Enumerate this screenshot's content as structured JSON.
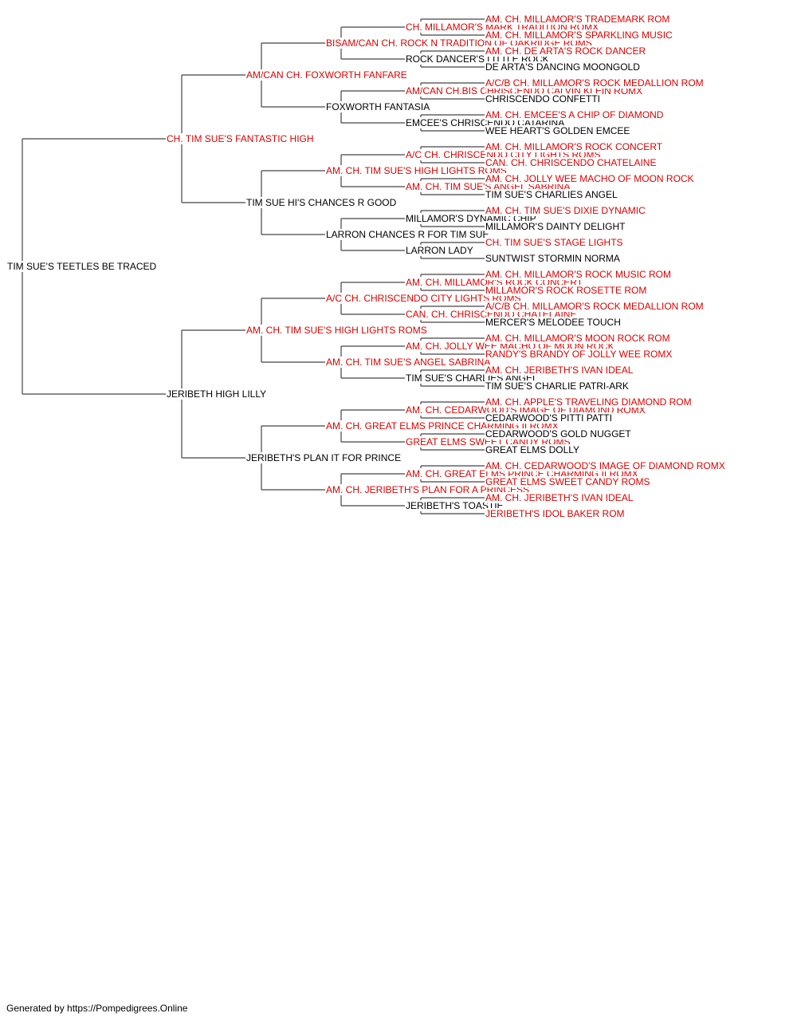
{
  "subject": {
    "name": "TIM SUE'S TEETLES BE TRACED",
    "champion": false
  },
  "footer": "Generated by https://Pompedigrees.Online",
  "colors": {
    "champion": "#e00000",
    "regular": "#000000",
    "line": "#444444"
  },
  "pedigree": {
    "sire": {
      "name": "CH. TIM SUE'S FANTASTIC HIGH",
      "champion": true,
      "sire": {
        "name": "AM/CAN CH. FOXWORTH FANFARE",
        "champion": true,
        "sire": {
          "name": "BISAM/CAN CH. ROCK N TRADITION OF OAKRIDGE ROMS",
          "champion": true,
          "sire": {
            "name": "CH. MILLAMOR'S MARK TRADITION ROMX",
            "champion": true,
            "sire": {
              "name": "AM. CH. MILLAMOR'S TRADEMARK ROM",
              "champion": true
            },
            "dam": {
              "name": "AM. CH. MILLAMOR'S SPARKLING MUSIC",
              "champion": true
            }
          },
          "dam": {
            "name": "ROCK DANCER'S LITTLE ROCK",
            "champion": false,
            "sire": {
              "name": "AM. CH. DE ARTA'S ROCK DANCER",
              "champion": true
            },
            "dam": {
              "name": "DE ARTA'S DANCING MOONGOLD",
              "champion": false
            }
          }
        },
        "dam": {
          "name": "FOXWORTH FANTASIA",
          "champion": false,
          "sire": {
            "name": "AM/CAN CH.BIS CHRISCENDO CALVIN KLEIN ROMX",
            "champion": true,
            "sire": {
              "name": "A/C/B CH. MILLAMOR'S ROCK MEDALLION ROM",
              "champion": true
            },
            "dam": {
              "name": "CHRISCENDO CONFETTI",
              "champion": false
            }
          },
          "dam": {
            "name": "EMCEE'S CHRISCENDO CATARINA",
            "champion": false,
            "sire": {
              "name": "AM. CH. EMCEE'S A CHIP OF DIAMOND",
              "champion": true
            },
            "dam": {
              "name": "WEE HEART'S GOLDEN EMCEE",
              "champion": false
            }
          }
        }
      },
      "dam": {
        "name": "TIM SUE HI'S CHANCES R GOOD",
        "champion": false,
        "sire": {
          "name": "AM. CH. TIM SUE'S HIGH LIGHTS ROMS",
          "champion": true,
          "sire": {
            "name": "A/C CH. CHRISCENDO CITY LIGHTS ROMS",
            "champion": true,
            "sire": {
              "name": "AM. CH. MILLAMOR'S ROCK CONCERT",
              "champion": true
            },
            "dam": {
              "name": "CAN. CH. CHRISCENDO CHATELAINE",
              "champion": true
            }
          },
          "dam": {
            "name": "AM. CH. TIM SUE'S ANGEL SABRINA",
            "champion": true,
            "sire": {
              "name": "AM. CH. JOLLY WEE MACHO OF MOON ROCK",
              "champion": true
            },
            "dam": {
              "name": "TIM SUE'S CHARLIES ANGEL",
              "champion": false
            }
          }
        },
        "dam": {
          "name": "LARRON CHANCES R FOR TIM SUE",
          "champion": false,
          "sire": {
            "name": "MILLAMOR'S DYNAMIC CHIP",
            "champion": false,
            "sire": {
              "name": "AM. CH. TIM SUE'S DIXIE DYNAMIC",
              "champion": true
            },
            "dam": {
              "name": "MILLAMOR'S DAINTY DELIGHT",
              "champion": false
            }
          },
          "dam": {
            "name": "LARRON LADY",
            "champion": false,
            "sire": {
              "name": "CH. TIM SUE'S STAGE LIGHTS",
              "champion": true
            },
            "dam": {
              "name": "SUNTWIST STORMIN NORMA",
              "champion": false
            }
          }
        }
      }
    },
    "dam": {
      "name": "JERIBETH HIGH LILLY",
      "champion": false,
      "sire": {
        "name": "AM. CH. TIM SUE'S HIGH LIGHTS ROMS",
        "champion": true,
        "sire": {
          "name": "A/C CH. CHRISCENDO CITY LIGHTS ROMS",
          "champion": true,
          "sire": {
            "name": "AM. CH. MILLAMOR'S ROCK CONCERT",
            "champion": true,
            "sire": {
              "name": "AM. CH. MILLAMOR'S ROCK MUSIC ROM",
              "champion": true
            },
            "dam": {
              "name": "MILLAMOR'S ROCK ROSETTE ROM",
              "champion": true
            }
          },
          "dam": {
            "name": "CAN. CH. CHRISCENDO CHATELAINE",
            "champion": true,
            "sire": {
              "name": "A/C/B CH. MILLAMOR'S ROCK MEDALLION ROM",
              "champion": true
            },
            "dam": {
              "name": "MERCER'S MELODEE TOUCH",
              "champion": false
            }
          }
        },
        "dam": {
          "name": "AM. CH. TIM SUE'S ANGEL SABRINA",
          "champion": true,
          "sire": {
            "name": "AM. CH. JOLLY WEE MACHO OF MOON ROCK",
            "champion": true,
            "sire": {
              "name": "AM. CH. MILLAMOR'S MOON ROCK ROM",
              "champion": true
            },
            "dam": {
              "name": "RANDY'S BRANDY OF JOLLY WEE ROMX",
              "champion": true
            }
          },
          "dam": {
            "name": "TIM SUE'S CHARLIES ANGEL",
            "champion": false,
            "sire": {
              "name": "AM. CH. JERIBETH'S IVAN IDEAL",
              "champion": true
            },
            "dam": {
              "name": "TIM SUE'S CHARLIE PATRI-ARK",
              "champion": false
            }
          }
        }
      },
      "dam": {
        "name": "JERIBETH'S PLAN IT FOR PRINCE",
        "champion": false,
        "sire": {
          "name": "AM. CH. GREAT ELMS PRINCE CHARMING II ROMX",
          "champion": true,
          "sire": {
            "name": "AM. CH. CEDARWOOD'S IMAGE OF DIAMOND ROMX",
            "champion": true,
            "sire": {
              "name": "AM. CH. APPLE'S TRAVELING DIAMOND ROM",
              "champion": true
            },
            "dam": {
              "name": "CEDARWOOD'S PITTI PATTI",
              "champion": false
            }
          },
          "dam": {
            "name": "GREAT ELMS SWEET CANDY ROMS",
            "champion": true,
            "sire": {
              "name": "CEDARWOOD'S GOLD NUGGET",
              "champion": false
            },
            "dam": {
              "name": "GREAT ELMS DOLLY",
              "champion": false
            }
          }
        },
        "dam": {
          "name": "AM. CH. JERIBETH'S PLAN FOR A PRINCESS",
          "champion": true,
          "sire": {
            "name": "AM. CH. GREAT ELMS PRINCE CHARMING II ROMX",
            "champion": true,
            "sire": {
              "name": "AM. CH. CEDARWOOD'S IMAGE OF DIAMOND ROMX",
              "champion": true
            },
            "dam": {
              "name": "GREAT ELMS SWEET CANDY ROMS",
              "champion": true
            }
          },
          "dam": {
            "name": "JERIBETH'S TOASTIE",
            "champion": false,
            "sire": {
              "name": "AM. CH. JERIBETH'S IVAN IDEAL",
              "champion": true
            },
            "dam": {
              "name": "JERIBETH'S IDOL BAKER ROM",
              "champion": true
            }
          }
        }
      }
    }
  }
}
